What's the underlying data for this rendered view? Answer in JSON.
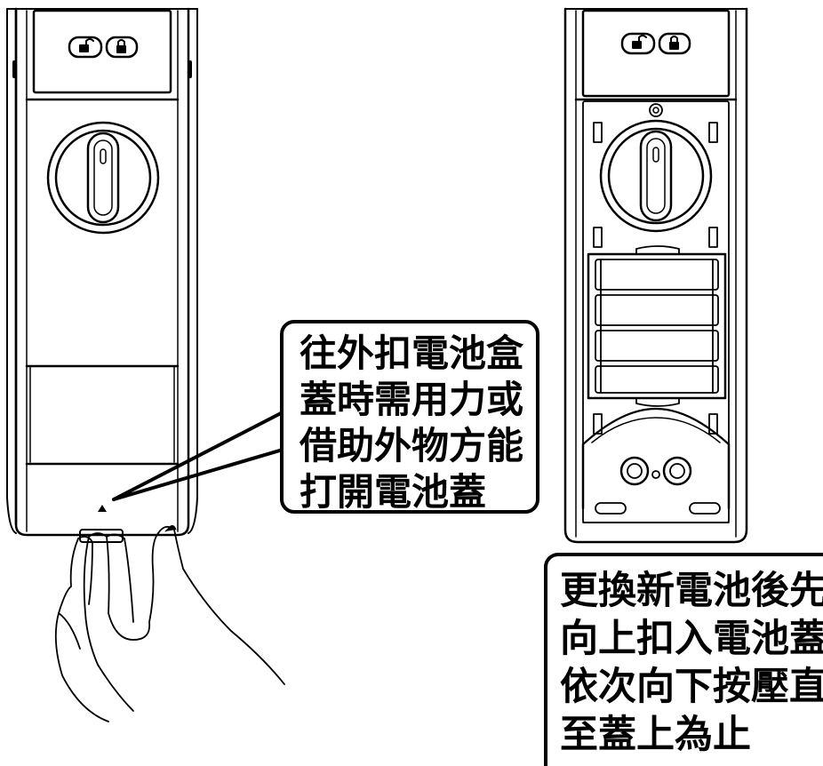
{
  "callouts": {
    "open_cover": {
      "lines": [
        "往外扣電池盒",
        "蓋時需用力或",
        "借助外物方能",
        "打開電池蓋"
      ]
    },
    "close_cover": {
      "lines": [
        "更換新電池後先",
        "向上扣入電池蓋",
        "依次向下按壓直",
        "至蓋上為止"
      ]
    }
  },
  "icons": {
    "left_panel": [
      "unlock-icon",
      "lock-icon"
    ],
    "right_panel": [
      "unlock-icon",
      "lock-icon"
    ]
  }
}
